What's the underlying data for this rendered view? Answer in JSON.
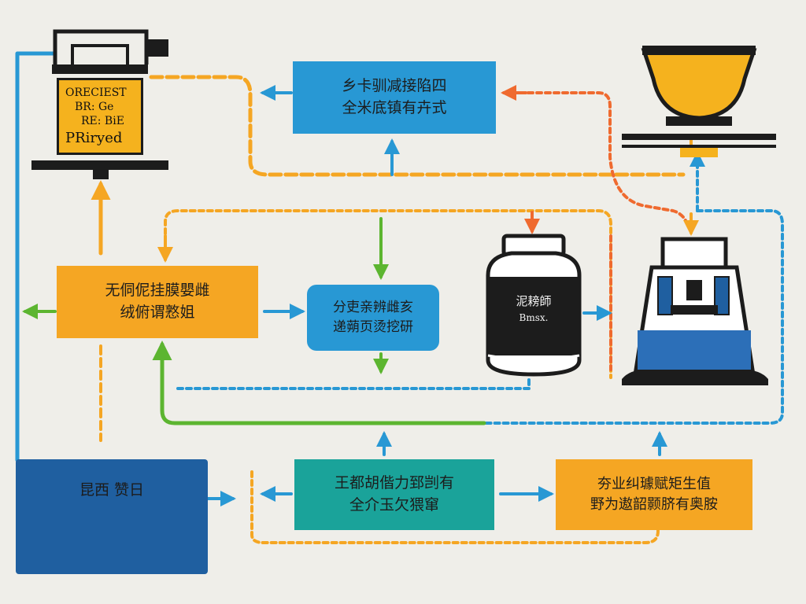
{
  "boxes": {
    "top_center": {
      "line1": "乡卡驯减接陷四",
      "line2": "全米底镇有卉式"
    },
    "left_mid": {
      "line1": "无侗伲挂膜嬰雌",
      "line2": "绒俯谓憝姐"
    },
    "center_mid": {
      "line1": "分吏亲辨雌亥",
      "line2": "递蒴页烫挖研"
    },
    "bottom_left": {
      "line1": "昆西 赞日"
    },
    "bottom_center": {
      "line1": "王都胡偕力郅剀有",
      "line2": "全介玉欠猥窜"
    },
    "bottom_right": {
      "line1": "夯业纠璩赋矩生值",
      "line2": "野为遨韶颢脐有奥胺"
    }
  },
  "screen": {
    "line1": "ORECIEST",
    "line2": "BR: Ge",
    "line3": "RE: BiE",
    "line4": "PRiryed"
  },
  "jar": {
    "line1": "泥耪師",
    "line2": "Bmsx."
  },
  "colors": {
    "orange": "#f5a623",
    "blue": "#2898d4",
    "teal": "#1aa39a",
    "navy": "#1f5fa0",
    "green": "#5cb530",
    "red_orange": "#ef6a2f",
    "ink": "#1c1c1c",
    "background": "#efeee9"
  },
  "icons": [
    "computer-monitor-icon",
    "bowl-on-platform-icon",
    "storage-jar-icon",
    "machine-console-icon",
    "cone-stack-icon"
  ]
}
